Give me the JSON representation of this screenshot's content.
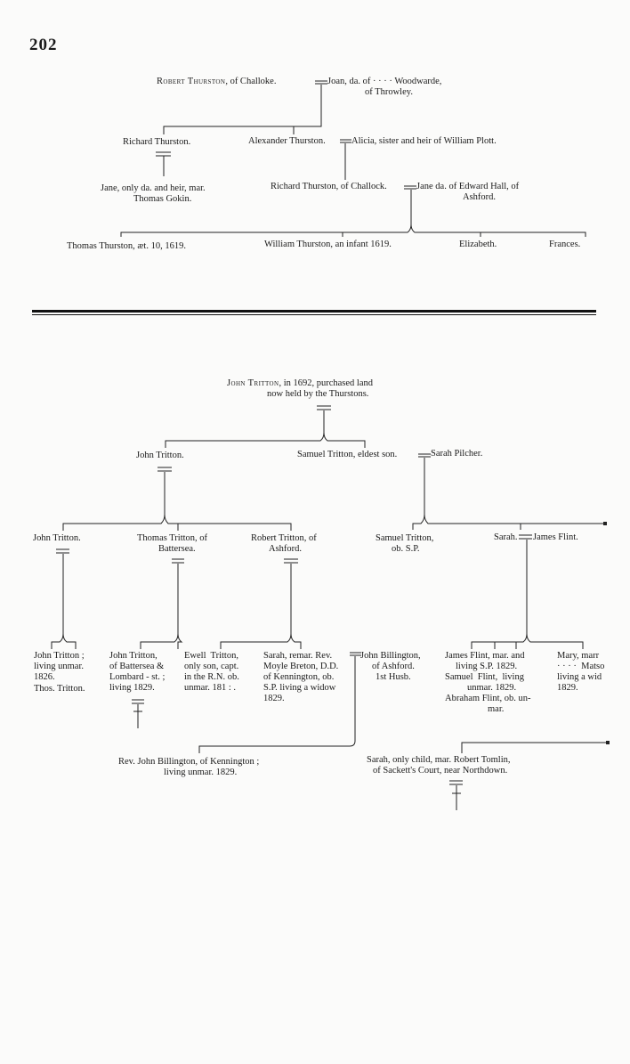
{
  "page_number": "202",
  "thurston": {
    "robert_name": "Robert Thurston",
    "robert_rest": ", of Challoke.",
    "joan_l1": "Joan, da. of · · · · Woodwarde,",
    "joan_l2": "of Throwley.",
    "richard": "Richard Thurston.",
    "alexander": "Alexander Thurston.",
    "alicia": "Alicia, sister and heir of William Plott.",
    "jane_l1": "Jane, only da. and heir, mar.",
    "jane_l2": "Thomas Gokin.",
    "richard2": "Richard Thurston, of Challock.",
    "jane_hall_l1": "Jane da. of Edward Hall, of",
    "jane_hall_l2": "Ashford.",
    "thomas": "Thomas Thurston, æt. 10, 1619.",
    "william": "William Thurston, an infant 1619.",
    "elizabeth": "Elizabeth.",
    "frances": "Frances."
  },
  "tritton": {
    "john_name": "John Tritton",
    "john_rest": ", in 1692, purchased land",
    "john_l2": "now held by the Thurstons.",
    "john2": "John Tritton.",
    "samuel": "Samuel Tritton, eldest son.",
    "sarah_pilcher": "Sarah Pilcher.",
    "john3": "John Tritton.",
    "thomas_l1": "Thomas Tritton, of",
    "thomas_l2": "Battersea.",
    "robert_l1": "Robert Tritton, of",
    "robert_l2": "Ashford.",
    "samuel2_l1": "Samuel Tritton,",
    "samuel2_l2": "ob. S.P.",
    "sarah_flint": "Sarah.",
    "james_flint": "James Flint.",
    "jt_l1": "John Tritton ;",
    "jt_l2": "living unmar.",
    "jt_l3": "1826.",
    "jt_l4": "Thos. Tritton.",
    "jtb_l1": "John Tritton,",
    "jtb_l2": "of Battersea &",
    "jtb_l3": "Lombard - st. ;",
    "jtb_l4": "living 1829.",
    "ewell_l1": "Ewell  Tritton,",
    "ewell_l2": "only son, capt.",
    "ewell_l3": "in the R.N. ob.",
    "ewell_l4": "unmar. 181 : .",
    "sarah_r_l1": "Sarah, remar. Rev.",
    "sarah_r_l2": "Moyle Breton, D.D.",
    "sarah_r_l3": "of Kennington, ob.",
    "sarah_r_l4": "S.P. living a widow",
    "sarah_r_l5": "1829.",
    "billington_l1": "John Billington,",
    "billington_l2": "of Ashford.",
    "billington_l3": "1st Husb.",
    "jf_l1": "James Flint, mar. and",
    "jf_l2": "living S.P. 1829.",
    "jf_l3": "Samuel  Flint,  living",
    "jf_l4": "unmar. 1829.",
    "jf_l5": "Abraham Flint, ob. un-",
    "jf_l6": "mar.",
    "mary_l1": "Mary, marr",
    "mary_l2": "· · · ·  Matso",
    "mary_l3": "living a wid",
    "mary_l4": "1829.",
    "rev_l1": "Rev. John Billington, of Kennington ;",
    "rev_l2": "living unmar. 1829.",
    "sarah_only_l1": "Sarah, only child, mar. Robert Tomlin,",
    "sarah_only_l2": "of Sackett's Court, near Northdown."
  }
}
